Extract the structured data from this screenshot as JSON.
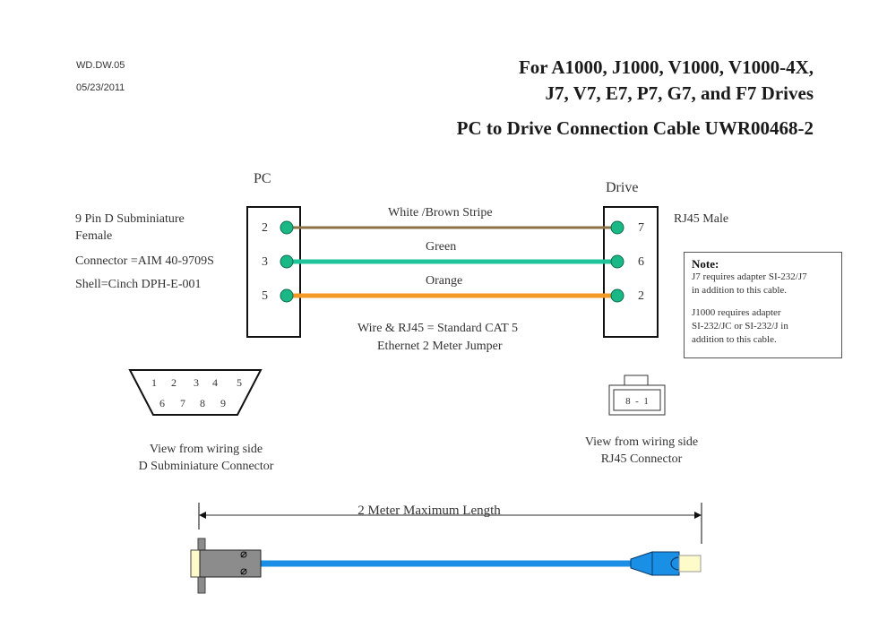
{
  "header": {
    "doc_id": "WD.DW.05",
    "date": "05/23/2011",
    "title_line1": "For A1000,  J1000, V1000, V1000-4X,",
    "title_line2": "J7, V7, E7, P7, G7, and  F7 Drives",
    "title_line3": "PC to Drive Connection Cable UWR00468-2"
  },
  "pc": {
    "label": "PC",
    "desc_line1": "9 Pin D Subminiature",
    "desc_line2": "Female",
    "connector": "Connector =AIM 40-9709S",
    "shell": "Shell=Cinch DPH-E-001",
    "pins": [
      "2",
      "3",
      "5"
    ]
  },
  "drive": {
    "label": "Drive",
    "connector_type": "RJ45  Male",
    "pins": [
      "7",
      "6",
      "2"
    ]
  },
  "wires": [
    {
      "label": "White /Brown Stripe",
      "color": "#8c7245",
      "from_pin": "2",
      "to_pin": "7"
    },
    {
      "label": "Green",
      "color": "#1fc49a",
      "from_pin": "3",
      "to_pin": "6"
    },
    {
      "label": "Orange",
      "color": "#f39a26",
      "from_pin": "5",
      "to_pin": "2"
    }
  ],
  "pin_color": "#19b886",
  "wire_spec_line1": "Wire & RJ45 = Standard CAT 5",
  "wire_spec_line2": "Ethernet 2 Meter Jumper",
  "note": {
    "title": "Note:",
    "line1": "J7 requires adapter SI-232/J7",
    "line2": "in addition to this cable.",
    "line3": "J1000 requires adapter",
    "line4": "SI-232/JC or SI-232/J in",
    "line5": "addition to this cable."
  },
  "dsub_view": {
    "top_pins": [
      "1",
      "2",
      "3",
      "4",
      "5"
    ],
    "bottom_pins": [
      "6",
      "7",
      "8",
      "9"
    ],
    "caption1": "View from wiring side",
    "caption2": "D Subminiature Connector"
  },
  "rj45_view": {
    "pin_label": "8  -  1",
    "caption1": "View from wiring side",
    "caption2": "RJ45 Connector"
  },
  "cable": {
    "length_label": "2 Meter Maximum Length",
    "cable_color": "#1a8fe6",
    "dsub_body_color": "#8c8c8c",
    "plug_color": "#fdfbc9",
    "rj45_boot_color": "#1a8fe6"
  }
}
